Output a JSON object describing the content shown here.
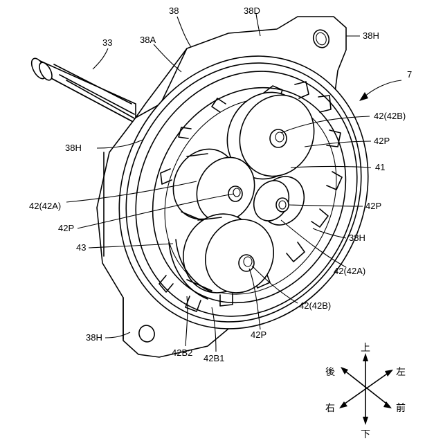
{
  "labels": {
    "l38": "38",
    "l38D": "38D",
    "l33": "33",
    "l38A": "38A",
    "l38H_top": "38H",
    "l7": "7",
    "l42B_top": "42(42B)",
    "l38H_left": "38H",
    "l42P_right_top": "42P",
    "l41": "41",
    "l42A_left": "42(42A)",
    "l42P_right_mid": "42P",
    "l42P_left": "42P",
    "l38H_right": "38H",
    "l43": "43",
    "l42A_right": "42(42A)",
    "l42B_bottom": "42(42B)",
    "l42P_bottom": "42P",
    "l38H_bottom": "38H",
    "l42B2": "42B2",
    "l42B1": "42B1"
  },
  "compass": {
    "up": "上",
    "down": "下",
    "left": "左",
    "right": "右",
    "front": "前",
    "back": "後"
  }
}
